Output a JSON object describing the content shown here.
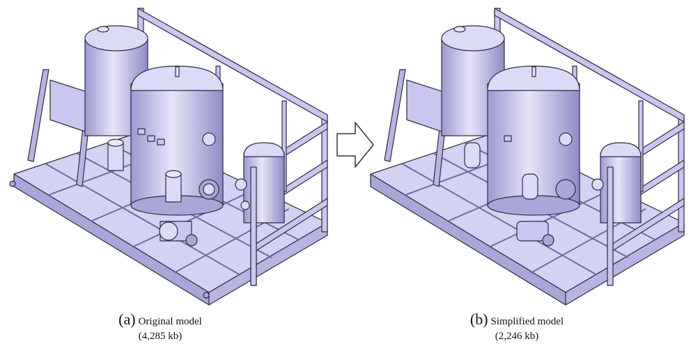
{
  "figure": {
    "panels": [
      {
        "letter": "(a)",
        "title": "Original model",
        "size": "(4,285 kb)"
      },
      {
        "letter": "(b)",
        "title": "Simplified model",
        "size": "(2,246 kb)"
      }
    ],
    "colors": {
      "metal": "#c9c7ef",
      "metal_dark": "#8f8cc4",
      "metal_light": "#e6e5fa",
      "outline": "#2b2a40"
    },
    "arrow_icon": "right-arrow-icon"
  }
}
